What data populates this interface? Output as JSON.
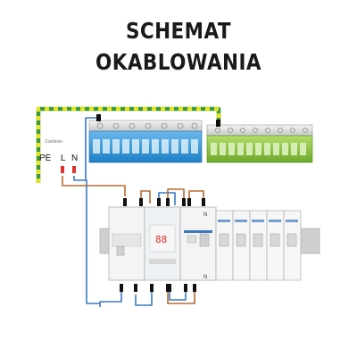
{
  "title": {
    "line1": "SCHEMAT",
    "line2": "OKABLOWANIA"
  },
  "supply_note": "Zasilanie",
  "terminals": {
    "pe": "PE",
    "l": "L",
    "n": "N"
  },
  "breaker_markings": {
    "n_top": "N",
    "n_bottom": "N"
  },
  "colors": {
    "pe_wire_yellow": "#e4e41c",
    "pe_wire_green": "#3a9a3a",
    "neutral_wire": "#3a79c0",
    "live_wire": "#b86a32",
    "blue_bus": "#2e93d6",
    "green_bus": "#8cc63f",
    "contact_red": "#e0302a"
  }
}
